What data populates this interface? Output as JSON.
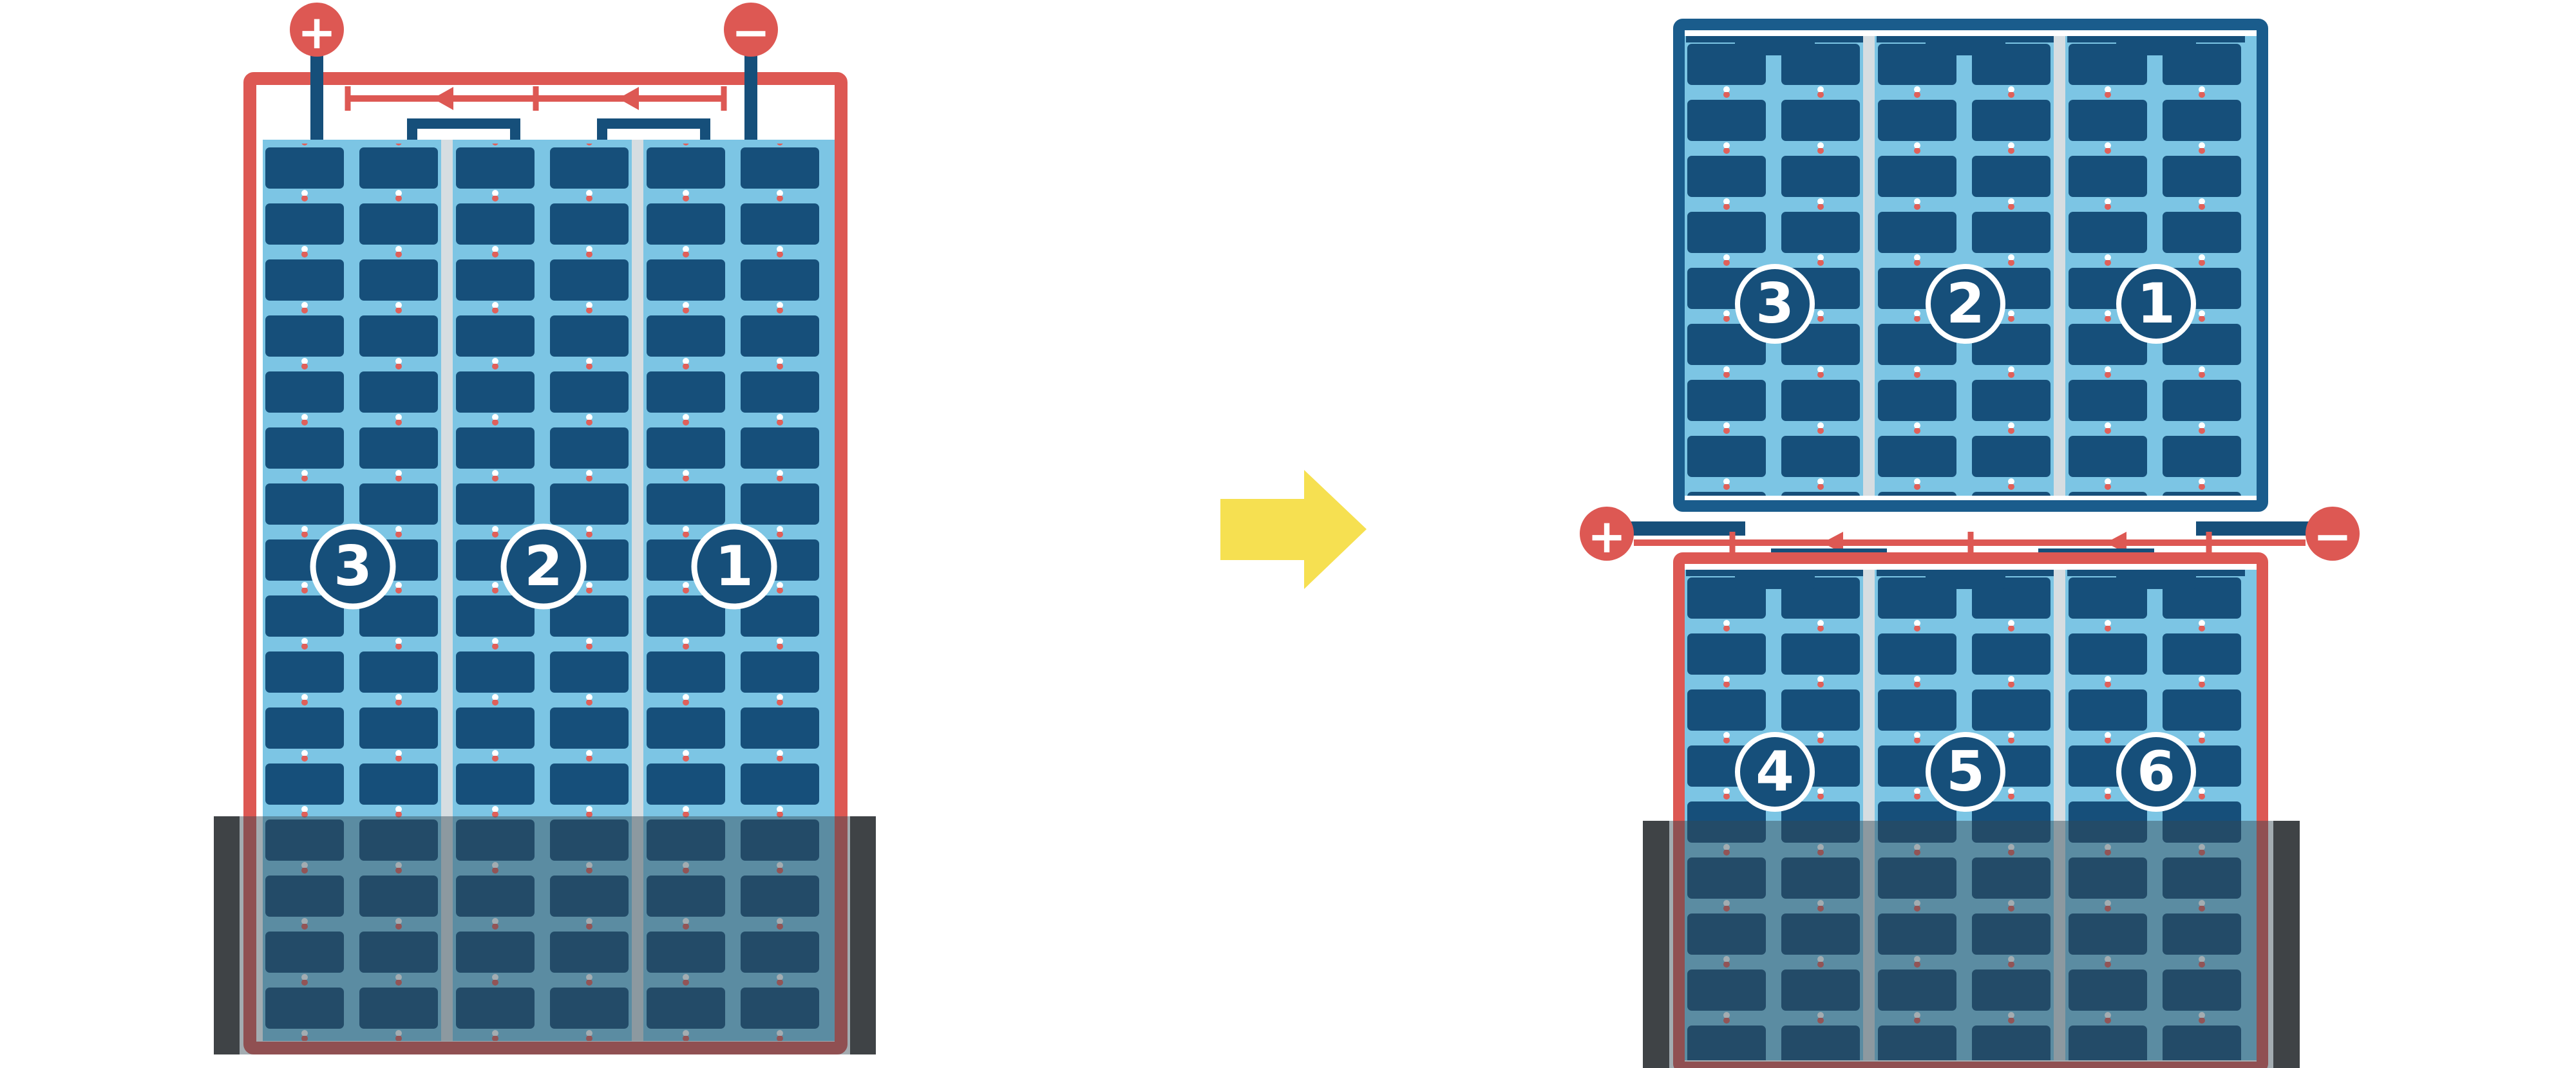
{
  "left_module": {
    "string_labels": [
      "3",
      "2",
      "1"
    ],
    "positive_terminal": "+",
    "negative_terminal": "−"
  },
  "right_module": {
    "top_string_labels": [
      "3",
      "2",
      "1"
    ],
    "bottom_string_labels": [
      "4",
      "5",
      "6"
    ],
    "positive_terminal": "+",
    "negative_terminal": "−"
  },
  "icons": {
    "positive": "plus-circle",
    "negative": "minus-circle",
    "transform": "right-block-arrow"
  },
  "colors": {
    "accent_red": "#dd5853",
    "panel_light_blue": "#7cc5e4",
    "cell_navy": "#164f7a",
    "top_frame_navy": "#1a5c8c",
    "arrow_yellow": "#f6e051",
    "shade_overlay": "rgba(52,70,82,0.45)",
    "side_bar_dark": "#363a3d",
    "separator_grey": "#d6dde1",
    "dot_red": "#e0605a",
    "dot_white": "#ffffff"
  }
}
